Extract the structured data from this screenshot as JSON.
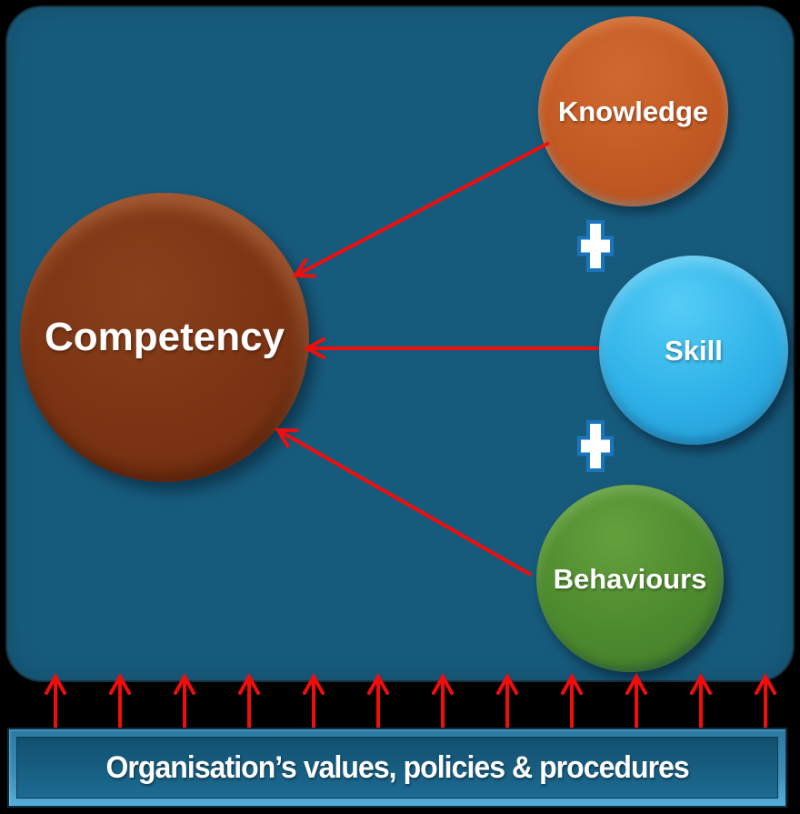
{
  "diagram": {
    "panel_color": "#175B7C",
    "arrow_color": "#F20D0D",
    "plus_outline_color": "#1B75BC"
  },
  "nodes": {
    "competency": {
      "label": "Competency",
      "color": "#7B3413"
    },
    "knowledge": {
      "label": "Knowledge",
      "color": "#C35A24"
    },
    "skill": {
      "label": "Skill",
      "color": "#2FB2E8"
    },
    "behaviours": {
      "label": "Behaviours",
      "color": "#4D8A2E"
    }
  },
  "operators": {
    "plus_symbol": "+"
  },
  "connections": [
    {
      "from": "Knowledge",
      "to": "Competency"
    },
    {
      "from": "Skill",
      "to": "Competency"
    },
    {
      "from": "Behaviours",
      "to": "Competency"
    }
  ],
  "foundation": {
    "label": "Organisation’s values, policies & procedures",
    "arrow_count": 12
  }
}
